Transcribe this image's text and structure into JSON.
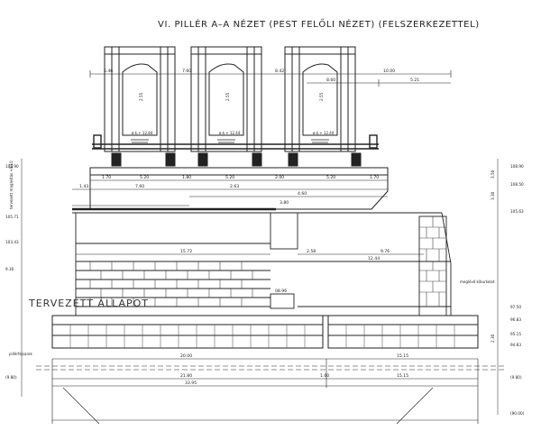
{
  "title": "VI.  PILLÉR A–A NÉZET (PEST FELŐLI NÉZET)  (FELSZERKEZETTEL)",
  "state_label": "TERVEZETT ÁLLAPOT",
  "top_dims": [
    "5.46",
    "7.60",
    "8.42",
    "10.00",
    "8.60",
    "5.21"
  ],
  "girder_heights": [
    "2.55",
    "2.55",
    "2.55"
  ],
  "bearing_labels": [
    "ø.k.+ 12.84",
    "ø.k.+ 12.44",
    "ø.k.+ 12.44"
  ],
  "cap_dims": [
    "1.70",
    "5.20",
    "1.80",
    "5.20",
    "2.00",
    "5.20",
    "1.70"
  ],
  "cap_dims2": [
    "1.43",
    "7.60",
    "2.63",
    "4.60",
    "3.80"
  ],
  "body_dims": [
    "15.72",
    "2.58",
    "9.76",
    "12.44",
    "08.96"
  ],
  "bottom_dims": [
    "20.00",
    "15.15",
    "1.60"
  ],
  "bottom_total": [
    "21.80",
    "33.95",
    "15.15"
  ],
  "left_elev": [
    "108.90",
    "105.71",
    "103.43",
    "9.30",
    "(9.80)"
  ],
  "right_elev": [
    "108.90",
    "108.50",
    "105.63",
    "97.50",
    "96.83",
    "95.15",
    "94.83",
    "(9.80)",
    "(90.00)"
  ],
  "right_small": [
    "3.50",
    "3.30",
    "2.30"
  ],
  "left_notes": [
    "tervezett magasítás +0.10",
    "pillérfejsarok"
  ],
  "right_notes": [
    "meglévő kiburkolat"
  ]
}
